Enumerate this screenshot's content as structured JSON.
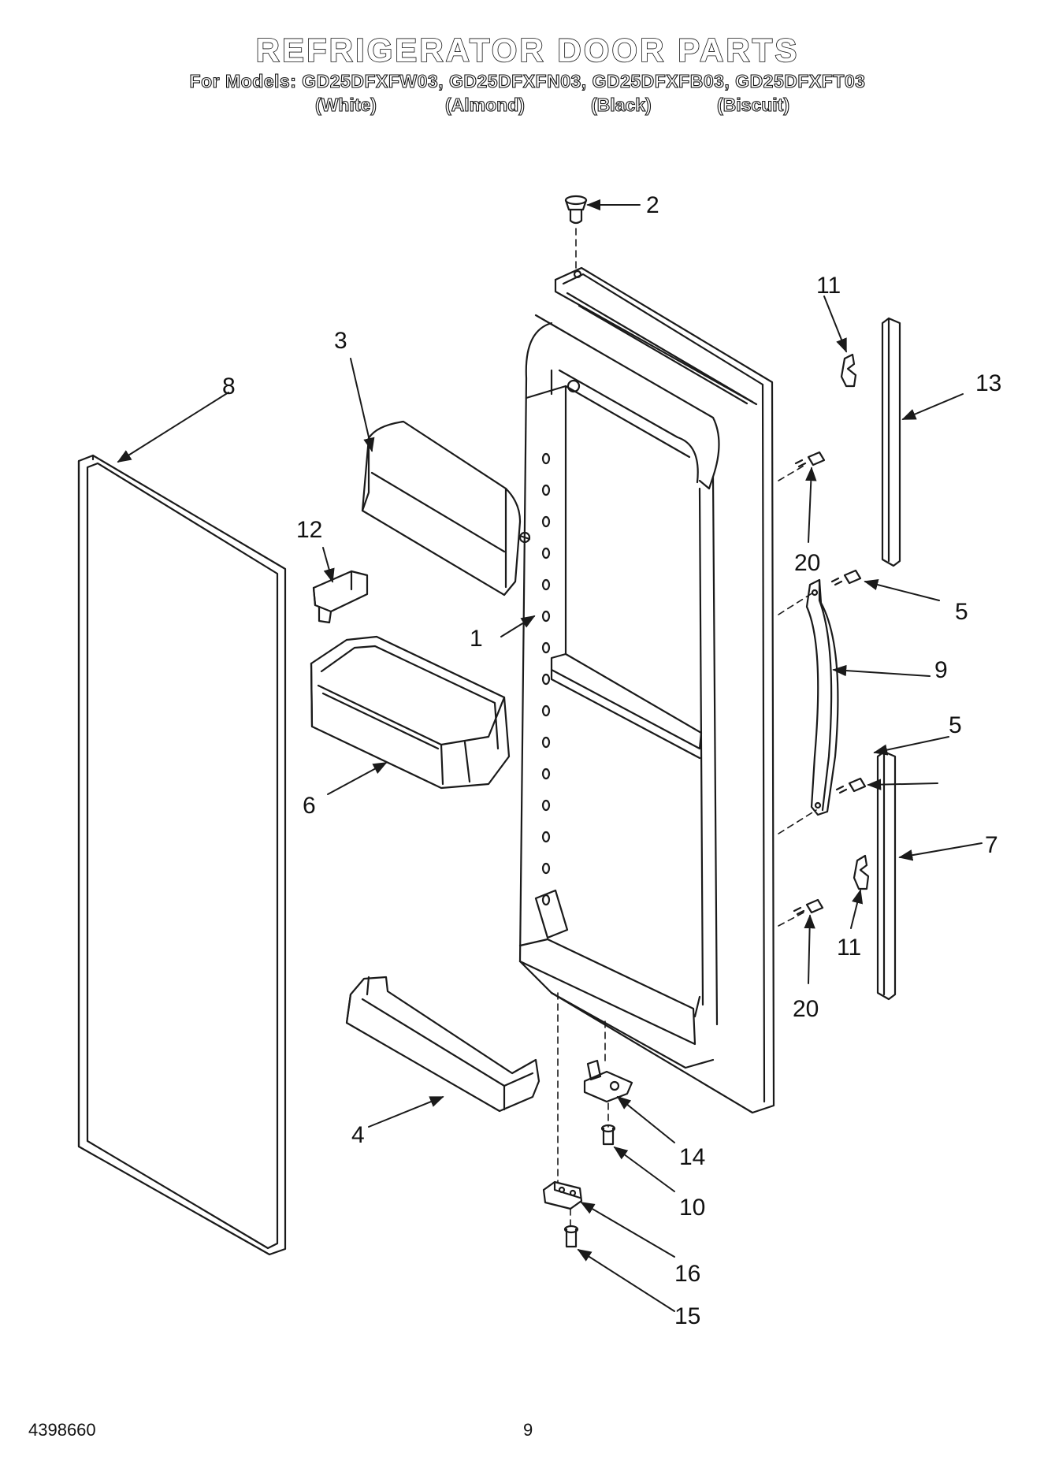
{
  "header": {
    "title": "REFRIGERATOR DOOR PARTS",
    "models_line": "For Models: GD25DFXFW03, GD25DFXFN03, GD25DFXFB03, GD25DFXFT03",
    "colors": [
      "(White)",
      "(Almond)",
      "(Black)",
      "(Biscuit)"
    ]
  },
  "callouts": {
    "c1": "1",
    "c2": "2",
    "c3": "3",
    "c4": "4",
    "c5a": "5",
    "c5b": "5",
    "c6": "6",
    "c7": "7",
    "c8": "8",
    "c9": "9",
    "c10": "10",
    "c11a": "11",
    "c11b": "11",
    "c12": "12",
    "c13": "13",
    "c14": "14",
    "c15": "15",
    "c16": "16",
    "c20a": "20",
    "c20b": "20"
  },
  "footer": {
    "doc_number": "4398660",
    "page_number": "9"
  }
}
